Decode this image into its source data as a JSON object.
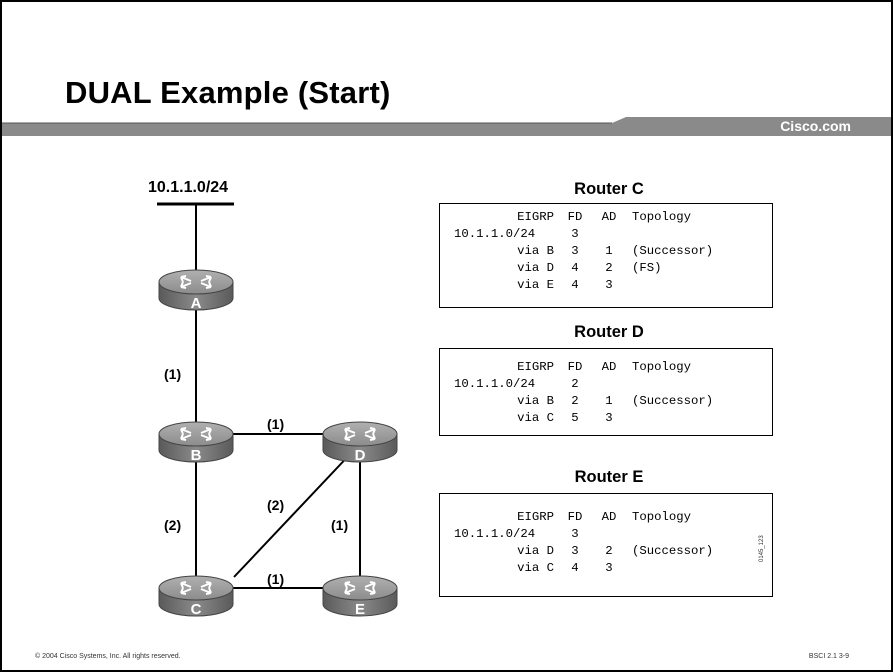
{
  "title": "DUAL Example (Start)",
  "brand": "Cisco.com",
  "network": "10.1.1.0/24",
  "routers": [
    "A",
    "B",
    "C",
    "D",
    "E"
  ],
  "link_costs": {
    "A_B": "(1)",
    "B_D": "(1)",
    "B_C": "(2)",
    "C_D": "(2)",
    "D_E": "(1)",
    "C_E": "(1)"
  },
  "tables": [
    {
      "title": "Router C",
      "headers": [
        "EIGRP",
        "FD",
        "AD",
        "Topology"
      ],
      "rows": [
        [
          "10.1.1.0/24",
          "3",
          "",
          ""
        ],
        [
          "via B",
          "3",
          "1",
          "(Successor)"
        ],
        [
          "via D",
          "4",
          "2",
          "(FS)"
        ],
        [
          "via E",
          "4",
          "3",
          ""
        ]
      ]
    },
    {
      "title": "Router D",
      "headers": [
        "EIGRP",
        "FD",
        "AD",
        "Topology"
      ],
      "rows": [
        [
          "10.1.1.0/24",
          "2",
          "",
          ""
        ],
        [
          "via B",
          "2",
          "1",
          "(Successor)"
        ],
        [
          "via C",
          "5",
          "3",
          ""
        ]
      ]
    },
    {
      "title": "Router E",
      "headers": [
        "EIGRP",
        "FD",
        "AD",
        "Topology"
      ],
      "rows": [
        [
          "10.1.1.0/24",
          "3",
          "",
          ""
        ],
        [
          "via D",
          "3",
          "2",
          "(Successor)"
        ],
        [
          "via C",
          "4",
          "3",
          ""
        ]
      ]
    }
  ],
  "footer": {
    "copyright": "© 2004 Cisco Systems, Inc. All rights reserved.",
    "page": "BSCI 2.1   3-9",
    "figure_id": "0145_123"
  },
  "colors": {
    "band": "#8a8a8a",
    "router_top": "#9a9a9a",
    "router_side": "#6a6a6a"
  }
}
